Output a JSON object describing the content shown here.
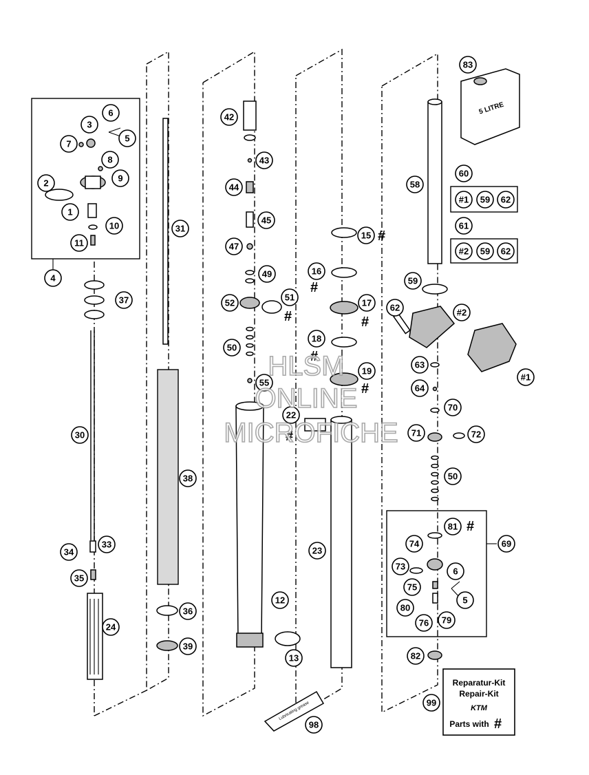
{
  "callouts": {
    "c1": "1",
    "c2": "2",
    "c3": "3",
    "c4": "4",
    "c5": "5",
    "c6": "6",
    "c7": "7",
    "c8": "8",
    "c9": "9",
    "c10": "10",
    "c11": "11",
    "c12": "12",
    "c13": "13",
    "c15": "15",
    "c16": "16",
    "c17": "17",
    "c18": "18",
    "c19": "19",
    "c22": "22",
    "c23": "23",
    "c24": "24",
    "c30": "30",
    "c31": "31",
    "c33": "33",
    "c34": "34",
    "c35": "35",
    "c36": "36",
    "c37": "37",
    "c38": "38",
    "c39": "39",
    "c42": "42",
    "c43": "43",
    "c44": "44",
    "c45": "45",
    "c47": "47",
    "c49": "49",
    "c50a": "50",
    "c50b": "50",
    "c51": "51",
    "c52": "52",
    "c55": "55",
    "c58": "58",
    "c59": "59",
    "c60": "60",
    "c61": "61",
    "c62": "62",
    "c63": "63",
    "c64": "64",
    "c69": "69",
    "c70": "70",
    "c71": "71",
    "c72": "72",
    "c73": "73",
    "c74": "74",
    "c75": "75",
    "c76": "76",
    "c79": "79",
    "c80": "80",
    "c81": "81",
    "c82": "82",
    "c83": "83",
    "c98": "98",
    "c99": "99",
    "k1_1": "#1",
    "k1_2": "59",
    "k1_3": "62",
    "k2_1": "#2",
    "k2_2": "59",
    "k2_3": "62",
    "clamp_a": "#2",
    "clamp_b": "#1",
    "c6b": "6",
    "c5b": "5"
  },
  "hash_symbol": "#",
  "oil_can_label": "5 LITRE",
  "grease_label": "Lubricating grease",
  "repair_kit": {
    "line1": "Reparatur-Kit",
    "line2": "Repair-Kit",
    "brand": "KTM",
    "line3": "Parts with"
  },
  "watermark": {
    "line1": "HLSM",
    "line2": "ONLINE",
    "line3": "MICROFICHE"
  }
}
